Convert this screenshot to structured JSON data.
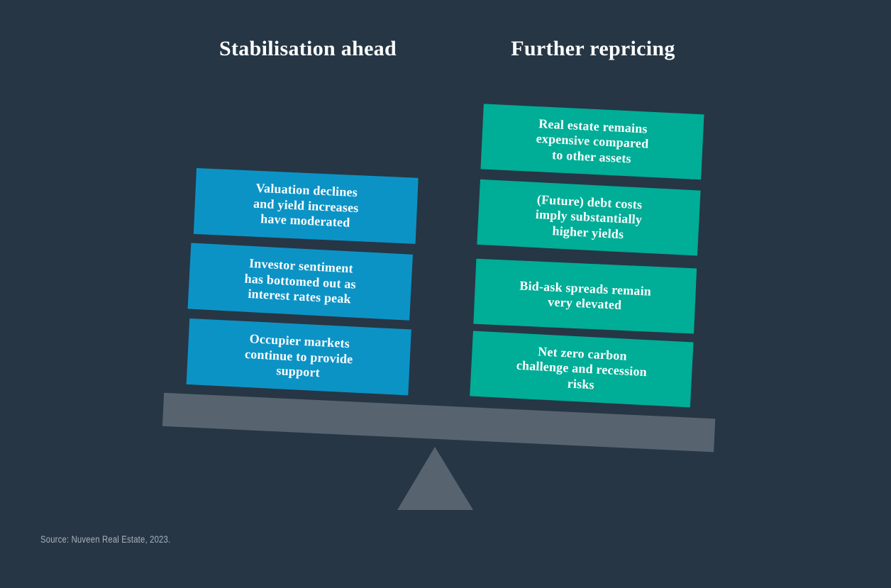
{
  "page": {
    "background": "#263645"
  },
  "titles": {
    "left": "Stabilisation ahead",
    "right": "Further repricing"
  },
  "seesaw": {
    "left": {
      "label": "Stabilisation ahead",
      "color": "#0c93c5",
      "items": [
        {
          "text": "Valuation declines\nand yield increases\nhave moderated"
        },
        {
          "text": "Investor sentiment\nhas bottomed out as\ninterest rates peak"
        },
        {
          "text": "Occupier markets\ncontinue to provide\nsupport"
        }
      ]
    },
    "right": {
      "label": "Further repricing",
      "color": "#00ad97",
      "items": [
        {
          "text": "Real estate remains\nexpensive compared\nto other assets"
        },
        {
          "text": "(Future) debt costs\nimply substantially\nhigher yields"
        },
        {
          "text": "Bid-ask spreads remain\nvery elevated"
        },
        {
          "text": "Net zero carbon\nchallenge and recession\nrisks"
        }
      ]
    },
    "plank_color": "#57646f",
    "fulcrum_color": "#57646f",
    "tilt_direction": "right side down"
  },
  "source": {
    "text": "Source: Nuveen Real Estate, 2023."
  }
}
